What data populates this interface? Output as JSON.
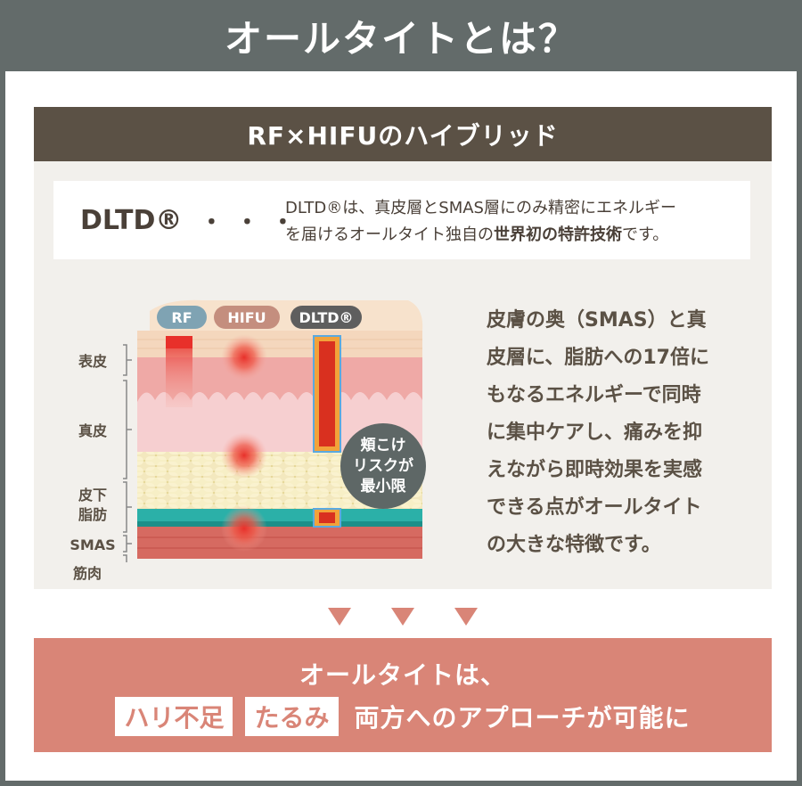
{
  "page": {
    "title": "オールタイトとは？"
  },
  "hybrid": {
    "header": "RF×HIFUのハイブリッド"
  },
  "dltd": {
    "term": "DLTD®",
    "dots": "・・・",
    "desc_line1": "DLTD®は、真皮層とSMAS層にのみ精密にエネルギー",
    "desc_line2_pre": "を届けるオールタイト独自の",
    "desc_line2_bold": "世界初の特許技術",
    "desc_line2_post": "です。"
  },
  "diagram": {
    "badges": [
      "RF",
      "HIFU",
      "DLTD®"
    ],
    "layers": [
      "表皮",
      "真皮",
      "皮下",
      "脂肪",
      "SMAS",
      "筋肉"
    ],
    "callout": [
      "頬こけ",
      "リスクが",
      "最小限"
    ]
  },
  "side_text": {
    "lines": [
      "皮膚の奥（SMAS）と真",
      "皮層に、脂肪への17倍に",
      "もなるエネルギーで同時",
      "に集中ケアし、痛みを抑",
      "えながら即時効果を実感",
      "できる点がオールタイト",
      "の大きな特徴です。"
    ]
  },
  "result": {
    "line1": "オールタイトは、",
    "tag1": "ハリ不足",
    "tag2": "たるみ",
    "tail": "両方へのアプローチが可能に"
  },
  "colors": {
    "background": "#636b6a",
    "header_brown": "#5b5145",
    "panel": "#f2f0ec",
    "accent_salmon": "#d98577",
    "rf_badge": "#7fa3b3",
    "hifu_badge": "#c48e7e",
    "dltd_badge": "#5e5e5e"
  }
}
